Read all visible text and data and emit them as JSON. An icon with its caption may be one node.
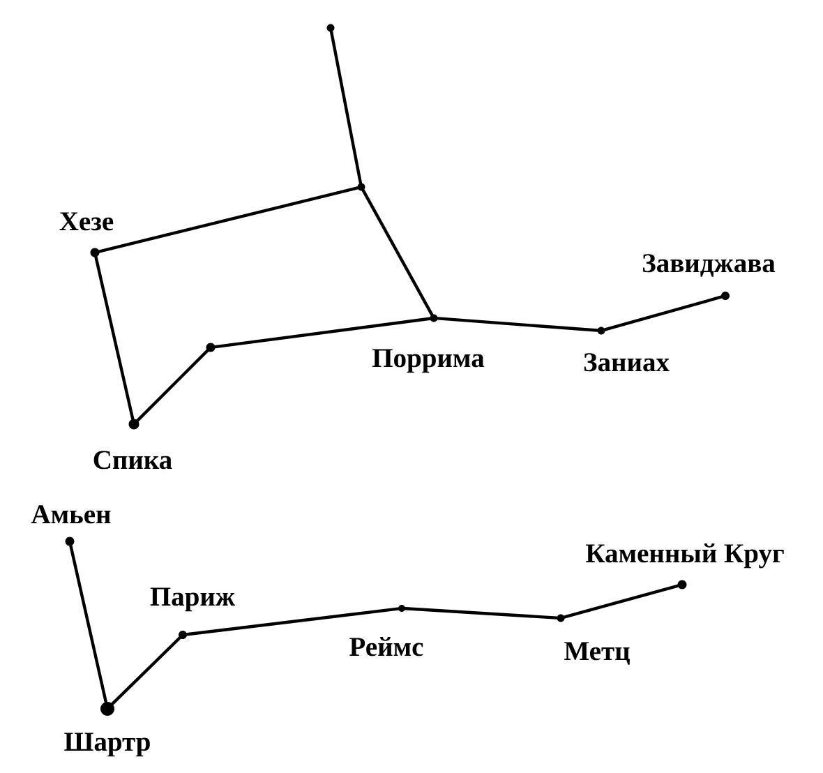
{
  "diagram": {
    "nodes": [
      {
        "text": [],
        "shape": "circle"
      },
      {
        "text": [],
        "shape": "circle"
      },
      {
        "text": [],
        "shape": "circle",
        "beside": [
          "Хезе"
        ]
      },
      {
        "text": [],
        "shape": "circle",
        "beside": [
          "Спика"
        ]
      },
      {
        "text": [],
        "shape": "circle"
      },
      {
        "text": [],
        "shape": "circle",
        "beside": [
          "Поррима"
        ]
      },
      {
        "text": [],
        "shape": "circle",
        "beside": [
          "Заниах"
        ]
      },
      {
        "text": [],
        "shape": "circle",
        "beside": [
          "Завиджава"
        ]
      },
      {
        "text": [],
        "shape": "circle",
        "beside": [
          "Амьен"
        ]
      },
      {
        "text": [],
        "shape": "circle",
        "beside": [
          "Шартр"
        ]
      },
      {
        "text": [],
        "shape": "circle",
        "beside": [
          "Париж"
        ]
      },
      {
        "text": [],
        "shape": "circle",
        "beside": [
          "Реймс"
        ]
      },
      {
        "text": [],
        "shape": "circle",
        "beside": [
          "Метц"
        ]
      },
      {
        "text": [],
        "shape": "circle",
        "beside": [
          "Каменный Круг"
        ]
      }
    ],
    "edges": [
      {
        "from": 0,
        "to": 1,
        "arrow": "none"
      },
      {
        "from": 1,
        "to": 2,
        "arrow": "none"
      },
      {
        "from": 1,
        "to": 5,
        "arrow": "none"
      },
      {
        "from": 2,
        "to": 3,
        "arrow": "none"
      },
      {
        "from": 3,
        "to": 4,
        "arrow": "none"
      },
      {
        "from": 4,
        "to": 5,
        "arrow": "none"
      },
      {
        "from": 5,
        "to": 6,
        "arrow": "none"
      },
      {
        "from": 6,
        "to": 7,
        "arrow": "none"
      },
      {
        "from": 8,
        "to": 9,
        "arrow": "none"
      },
      {
        "from": 9,
        "to": 10,
        "arrow": "none"
      },
      {
        "from": 10,
        "to": 11,
        "arrow": "none"
      },
      {
        "from": 11,
        "to": 12,
        "arrow": "none"
      },
      {
        "from": 12,
        "to": 13,
        "arrow": "none"
      }
    ]
  }
}
